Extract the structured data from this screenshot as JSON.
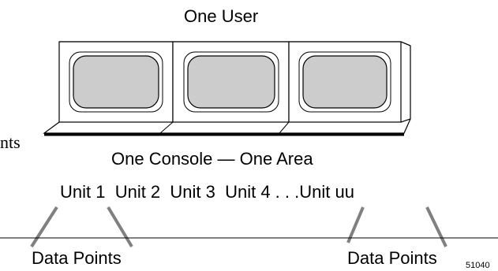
{
  "diagram": {
    "title": "One User",
    "clipped_label": "nts",
    "console_label": "One Console — One Area",
    "units_label": "Unit 1  Unit 2  Unit 3  Unit 4 . . .Unit uu",
    "data_points_left": "Data Points",
    "data_points_right": "Data Points",
    "figure_number": "51040"
  },
  "colors": {
    "screen_fill": "#cccccc",
    "outline": "#000000",
    "line_gray": "#808080"
  }
}
